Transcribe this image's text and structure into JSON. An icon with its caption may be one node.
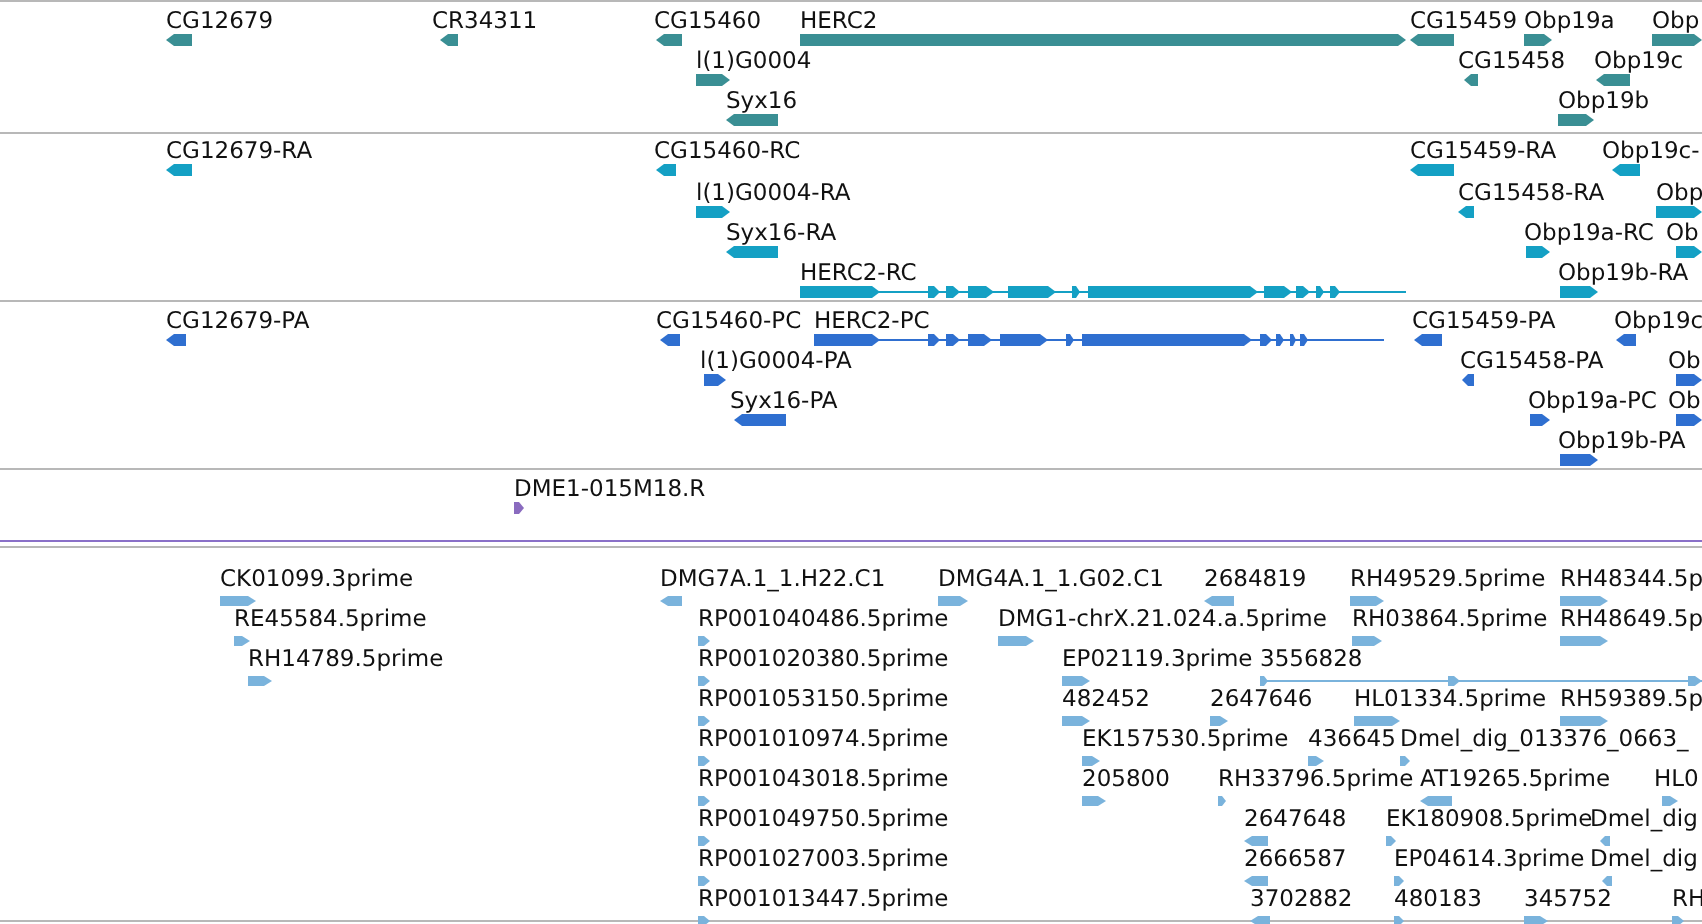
{
  "diagram": {
    "labels": [
      "CG12679",
      "CR34311",
      "CG15460",
      "HERC2",
      "CG15459",
      "Obp19a",
      "Obp",
      "l(1)G0004",
      "CG15458",
      "Obp19c",
      "Syx16",
      "Obp19b",
      "CG12679-RA",
      "CG15460-RC",
      "CG15459-RA",
      "Obp19c-",
      "l(1)G0004-RA",
      "CG15458-RA",
      "Obp",
      "Syx16-RA",
      "Obp19a-RC",
      "Ob",
      "HERC2-RC",
      "Obp19b-RA",
      "CG12679-PA",
      "CG15460-PC",
      "HERC2-PC",
      "CG15459-PA",
      "Obp19c",
      "l(1)G0004-PA",
      "CG15458-PA",
      "Ob",
      "Syx16-PA",
      "Obp19a-PC",
      "Ob",
      "Obp19b-PA",
      "DME1-015M18.R",
      "CK01099.3prime",
      "DMG7A.1_1.H22.C1",
      "DMG4A.1_1.G02.C1",
      "2684819",
      "RH49529.5prime",
      "RH48344.5p",
      "RE45584.5prime",
      "RP001040486.5prime",
      "DMG1-chrX.21.024.a.5prime",
      "RH03864.5prime",
      "RH48649.5p",
      "RH14789.5prime",
      "RP001020380.5prime",
      "EP02119.3prime",
      "3556828",
      "RP001053150.5prime",
      "482452",
      "2647646",
      "HL01334.5prime",
      "RH59389.5p",
      "RP001010974.5prime",
      "EK157530.5prime",
      "436645",
      "Dmel_dig_013376_0663_",
      "RP001043018.5prime",
      "205800",
      "RH33796.5prime",
      "AT19265.5prime",
      "HL0",
      "RP001049750.5prime",
      "2647648",
      "EK180908.5prime",
      "Dmel_dig",
      "RP001027003.5prime",
      "2666587",
      "EP04614.3prime",
      "Dmel_dig",
      "RP001013447.5prime",
      "3702882",
      "480183",
      "345752",
      "RH"
    ]
  }
}
